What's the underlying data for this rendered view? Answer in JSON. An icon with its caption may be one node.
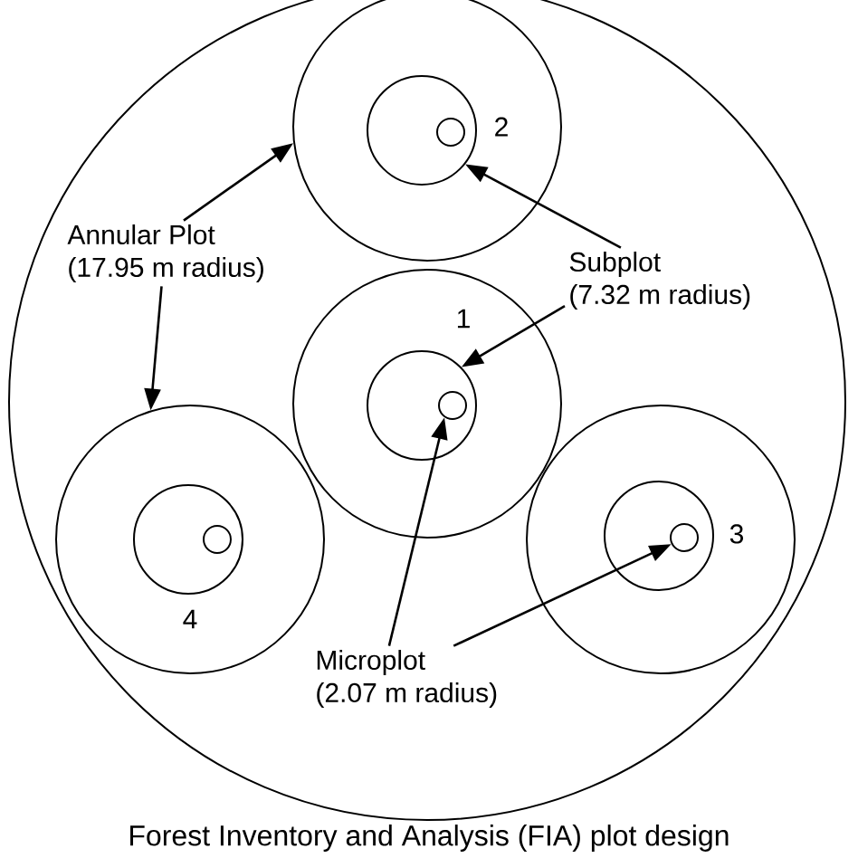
{
  "diagram": {
    "caption": "Forest Inventory and Analysis (FIA) plot design",
    "nodes": [
      {
        "text": [],
        "shape": "circle"
      },
      {
        "text": [
          "2"
        ],
        "in": 0
      },
      {
        "text": [],
        "shape": "circle",
        "in": 1
      },
      {
        "text": [],
        "shape": "circle",
        "in": 2
      },
      {
        "text": [
          "Annular Plot",
          "(17.95 m radius)"
        ],
        "in": 0
      },
      {
        "text": [
          "Subplot",
          "(7.32 m radius)"
        ],
        "in": 0
      },
      {
        "text": [
          "1"
        ],
        "in": 0
      },
      {
        "text": [],
        "shape": "circle",
        "in": 6
      },
      {
        "text": [],
        "shape": "circle",
        "in": 7
      },
      {
        "text": [
          "4"
        ],
        "in": 0
      },
      {
        "text": [],
        "shape": "circle",
        "in": 9
      },
      {
        "text": [],
        "shape": "circle",
        "in": 10
      },
      {
        "text": [
          "3"
        ],
        "in": 0
      },
      {
        "text": [],
        "shape": "circle",
        "in": 12
      },
      {
        "text": [],
        "shape": "circle",
        "in": 13
      },
      {
        "text": [
          "Microplot",
          "(2.07 m radius)"
        ],
        "in": 0
      }
    ],
    "edges": [
      {
        "from": 4,
        "to": 1,
        "arrow": "to"
      },
      {
        "from": 4,
        "to": 9,
        "arrow": "to"
      },
      {
        "from": 5,
        "to": 2,
        "arrow": "to"
      },
      {
        "from": 5,
        "to": 7,
        "arrow": "to"
      },
      {
        "from": 15,
        "to": 8,
        "arrow": "to"
      },
      {
        "from": 15,
        "to": 14,
        "arrow": "to"
      }
    ]
  }
}
